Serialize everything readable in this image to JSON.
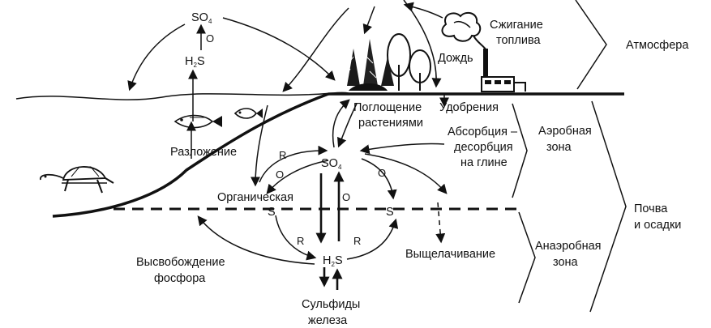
{
  "labels": {
    "atmosphere": "Атмосфера",
    "fuel_line1": "Сжигание",
    "fuel_line2": "топлива",
    "rain": "Дождь",
    "plant_uptake_line1": "Поглощение",
    "plant_uptake_line2": "растениями",
    "fertilizers": "Удобрения",
    "absorption_line1": "Абсорбция –",
    "absorption_line2": "десорбция",
    "absorption_line3": "на глине",
    "aerobic_line1": "Аэробная",
    "aerobic_line2": "зона",
    "soil_line1": "Почва",
    "soil_line2": "и осадки",
    "anaerobic_line1": "Анаэробная",
    "anaerobic_line2": "зона",
    "decomposition": "Разложение",
    "organic": "Органическая",
    "organic_s": "S",
    "phosphorus_line1": "Высвобождение",
    "phosphorus_line2": "фосфора",
    "leaching": "Выщелачивание",
    "iron_line1": "Сульфиды",
    "iron_line2": "железа",
    "s_right": "S",
    "r_left": "R",
    "o_left": "O",
    "o_right": "O",
    "o_center": "O",
    "r_bottom_left": "R",
    "r_bottom_right": "R",
    "o_sky": "O",
    "so4_sky": "SO",
    "so4_sky_sub": "4",
    "h2s_sky": "H",
    "h2s_sky_sub": "2",
    "h2s_sky_end": "S",
    "so4_soil": "SO",
    "so4_soil_sub": "4",
    "h2s_soil": "H",
    "h2s_soil_sub": "2",
    "h2s_soil_end": "S"
  }
}
